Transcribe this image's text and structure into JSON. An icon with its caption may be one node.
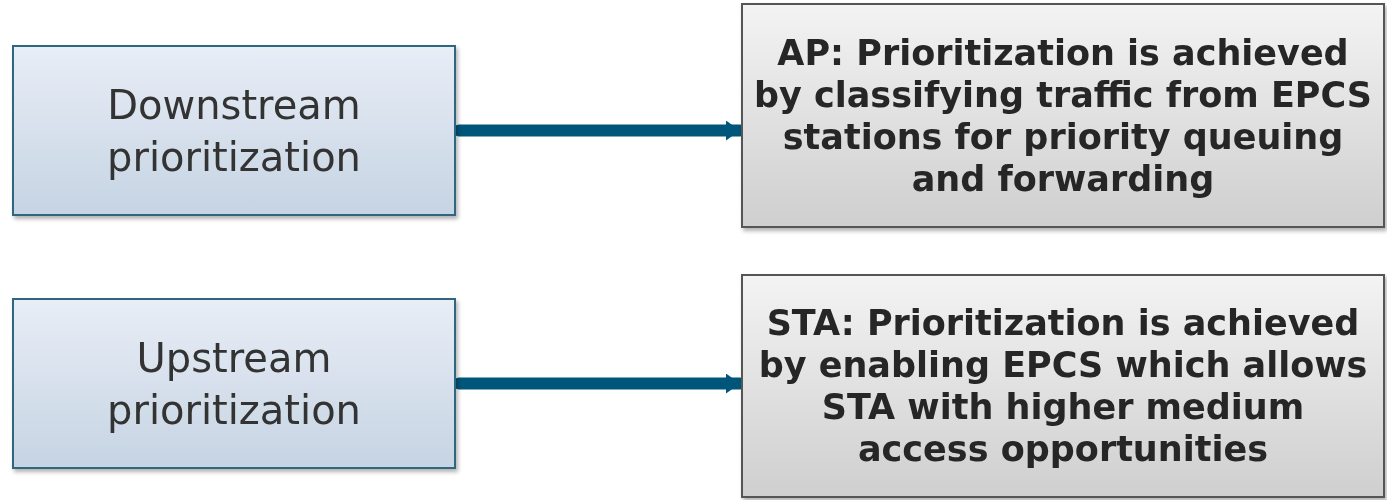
{
  "diagram": {
    "nodes": [
      {
        "text": [
          "Downstream prioritization"
        ]
      },
      {
        "text": [
          "AP: Prioritization is achieved by classifying traffic from EPCS stations for priority queuing and forwarding"
        ]
      },
      {
        "text": [
          "Upstream prioritization"
        ]
      },
      {
        "text": [
          "STA: Prioritization is achieved by enabling EPCS which allows STA with higher medium access opportunities"
        ]
      }
    ],
    "edges": [
      {
        "from": 0,
        "to": 1,
        "arrow": "to"
      },
      {
        "from": 2,
        "to": 3,
        "arrow": "to"
      }
    ]
  }
}
